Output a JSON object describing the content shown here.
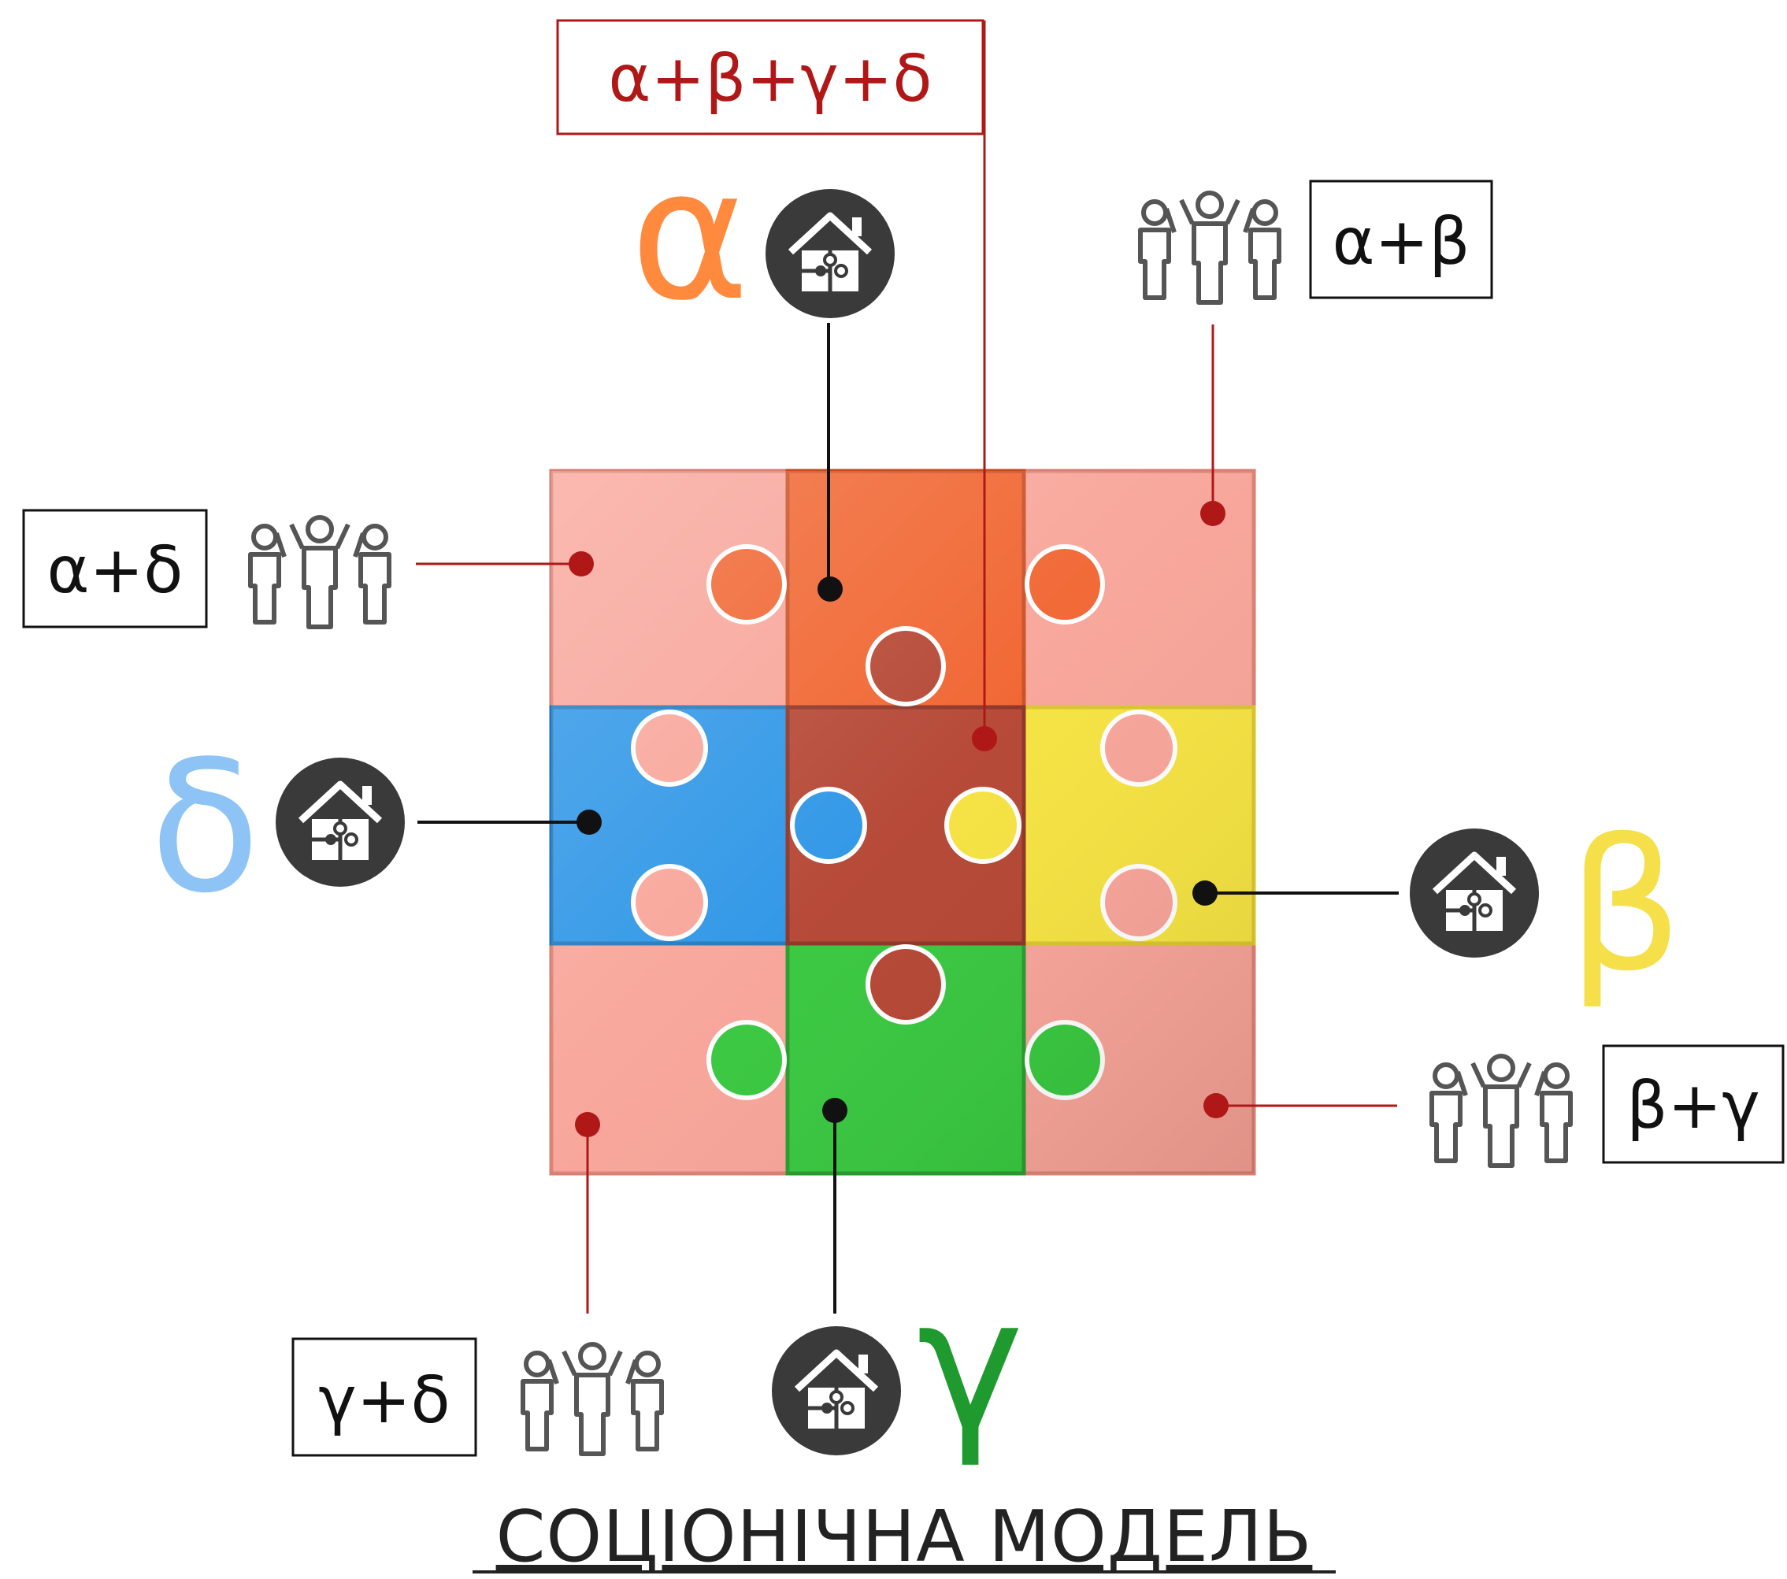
{
  "combined_label": "α+β+γ+δ",
  "greek": {
    "alpha": "α",
    "beta": "β",
    "gamma": "γ",
    "delta": "δ"
  },
  "pairs": {
    "alpha_beta": "α+β",
    "alpha_delta": "α+δ",
    "beta_gamma": "β+γ",
    "gamma_delta": "γ+δ"
  },
  "caption": "СОЦІОНІЧНА МОДЕЛЬ",
  "colors": {
    "alpha": "#ff8a3d",
    "beta": "#f5e04a",
    "gamma": "#1f9a2e",
    "delta": "#8ec4f5",
    "piece_corner": "#f8a296",
    "piece_top": "#f0602a",
    "piece_right": "#f5e23c",
    "piece_bottom": "#33c63a",
    "piece_left": "#2893e6",
    "piece_center": "#b3412e",
    "connector_red": "#b01818",
    "connector_black": "#111111",
    "icon_circle": "#3a3a3a"
  }
}
